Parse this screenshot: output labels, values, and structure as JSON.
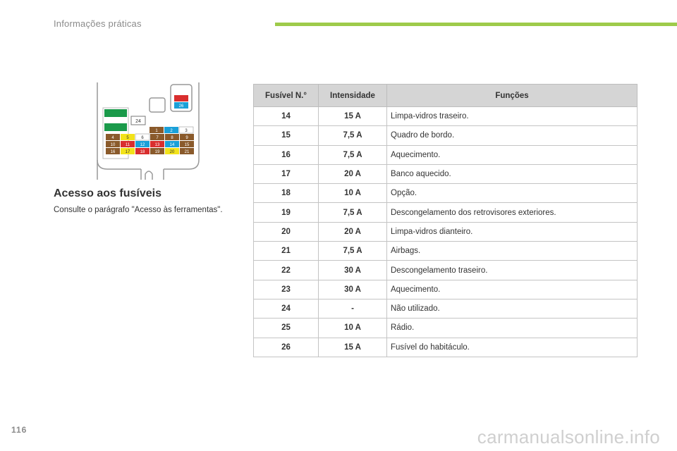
{
  "header": {
    "title": "Informações práticas"
  },
  "colors": {
    "accent": "#9ecb4a",
    "table_header_bg": "#d5d5d5"
  },
  "section": {
    "title": "Acesso aos fusíveis",
    "text": "Consulte o parágrafo \"Acesso às ferramentas\"."
  },
  "diagram": {
    "labels": [
      "26",
      "24",
      "1",
      "2",
      "3",
      "4",
      "5",
      "6",
      "7",
      "8",
      "9",
      "10",
      "11",
      "12",
      "13",
      "14",
      "15",
      "16",
      "17",
      "18",
      "19",
      "20",
      "21"
    ]
  },
  "table": {
    "headers": [
      "Fusível N.°",
      "Intensidade",
      "Funções"
    ],
    "rows": [
      {
        "fuse": "14",
        "intensity": "15 A",
        "function": "Limpa-vidros traseiro."
      },
      {
        "fuse": "15",
        "intensity": "7,5 A",
        "function": "Quadro de bordo."
      },
      {
        "fuse": "16",
        "intensity": "7,5 A",
        "function": "Aquecimento."
      },
      {
        "fuse": "17",
        "intensity": "20 A",
        "function": "Banco aquecido."
      },
      {
        "fuse": "18",
        "intensity": "10 A",
        "function": "Opção."
      },
      {
        "fuse": "19",
        "intensity": "7,5 A",
        "function": "Descongelamento dos retrovisores exteriores."
      },
      {
        "fuse": "20",
        "intensity": "20 A",
        "function": "Limpa-vidros dianteiro."
      },
      {
        "fuse": "21",
        "intensity": "7,5 A",
        "function": "Airbags."
      },
      {
        "fuse": "22",
        "intensity": "30 A",
        "function": "Descongelamento traseiro."
      },
      {
        "fuse": "23",
        "intensity": "30 A",
        "function": "Aquecimento."
      },
      {
        "fuse": "24",
        "intensity": "-",
        "function": "Não utilizado."
      },
      {
        "fuse": "25",
        "intensity": "10 A",
        "function": "Rádio."
      },
      {
        "fuse": "26",
        "intensity": "15 A",
        "function": "Fusível do habitáculo."
      }
    ]
  },
  "footer": {
    "page_number": "116",
    "watermark": "carmanualsonline.info"
  }
}
